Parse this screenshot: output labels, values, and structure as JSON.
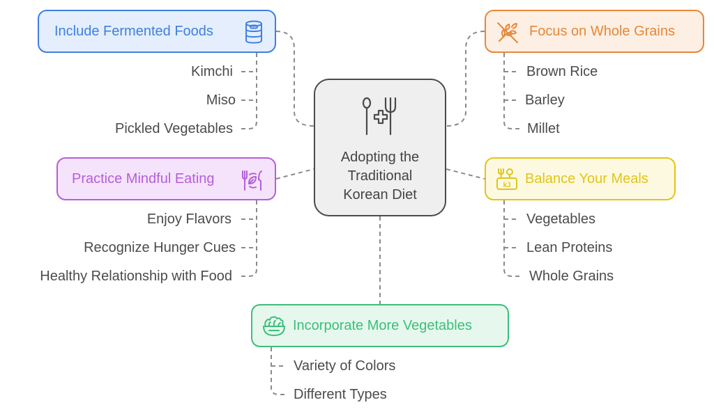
{
  "center": {
    "title_line1": "Adopting the",
    "title_line2": "Traditional",
    "title_line3": "Korean Diet",
    "icon": "utensils-health-icon"
  },
  "branches": [
    {
      "id": "fermented",
      "label": "Include Fermented Foods",
      "icon": "canned-food-icon",
      "color": "#3f7fe0",
      "fill": "#e4eefd",
      "items": [
        "Kimchi",
        "Miso",
        "Pickled Vegetables"
      ]
    },
    {
      "id": "grains",
      "label": "Focus on Whole Grains",
      "icon": "wheat-off-icon",
      "color": "#e5883a",
      "fill": "#fdefe3",
      "items": [
        "Brown Rice",
        "Barley",
        "Millet"
      ]
    },
    {
      "id": "mindful",
      "label": "Practice Mindful Eating",
      "icon": "plate-leaf-utensils-icon",
      "color": "#b55ed8",
      "fill": "#f5e3fb",
      "items": [
        "Enjoy Flavors",
        "Recognize Hunger Cues",
        "Healthy Relationship with Food"
      ]
    },
    {
      "id": "balance",
      "label": "Balance Your Meals",
      "icon": "calorie-scale-icon",
      "color": "#e2c417",
      "fill": "#fdf9e1",
      "items": [
        "Vegetables",
        "Lean Proteins",
        "Whole Grains"
      ]
    },
    {
      "id": "vegetables",
      "label": "Incorporate More Vegetables",
      "icon": "salad-bowl-icon",
      "color": "#3dbd7a",
      "fill": "#e6f8ee",
      "items": [
        "Variety of Colors",
        "Different Types"
      ]
    }
  ],
  "connector_color": "#8a8a8a"
}
